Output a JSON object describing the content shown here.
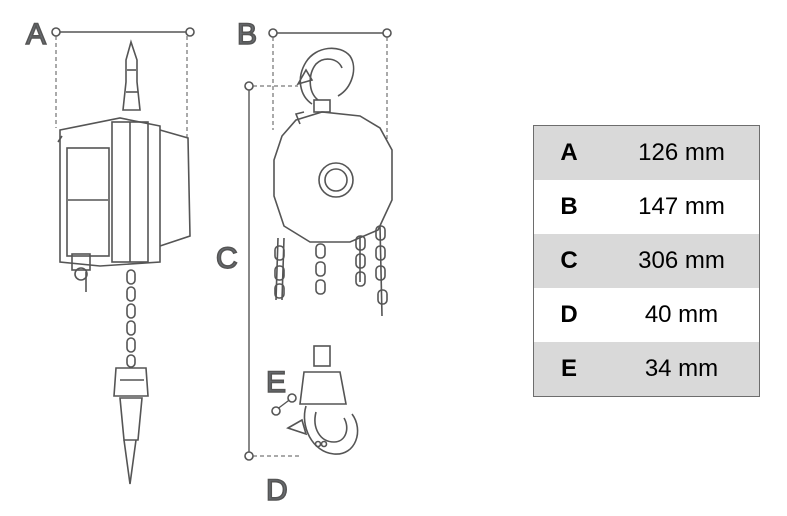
{
  "diagram": {
    "dimension_labels": [
      "A",
      "B",
      "C",
      "E",
      "D"
    ]
  },
  "spec_table": {
    "rows": [
      {
        "key": "A",
        "value": "126 mm"
      },
      {
        "key": "B",
        "value": "147 mm"
      },
      {
        "key": "C",
        "value": "306 mm"
      },
      {
        "key": "D",
        "value": "40 mm"
      },
      {
        "key": "E",
        "value": "34 mm"
      }
    ]
  },
  "colors": {
    "line": "#555555",
    "label": "#6b6f74",
    "row_shade": "#d9d9d9",
    "table_border": "#6d6d6d"
  }
}
